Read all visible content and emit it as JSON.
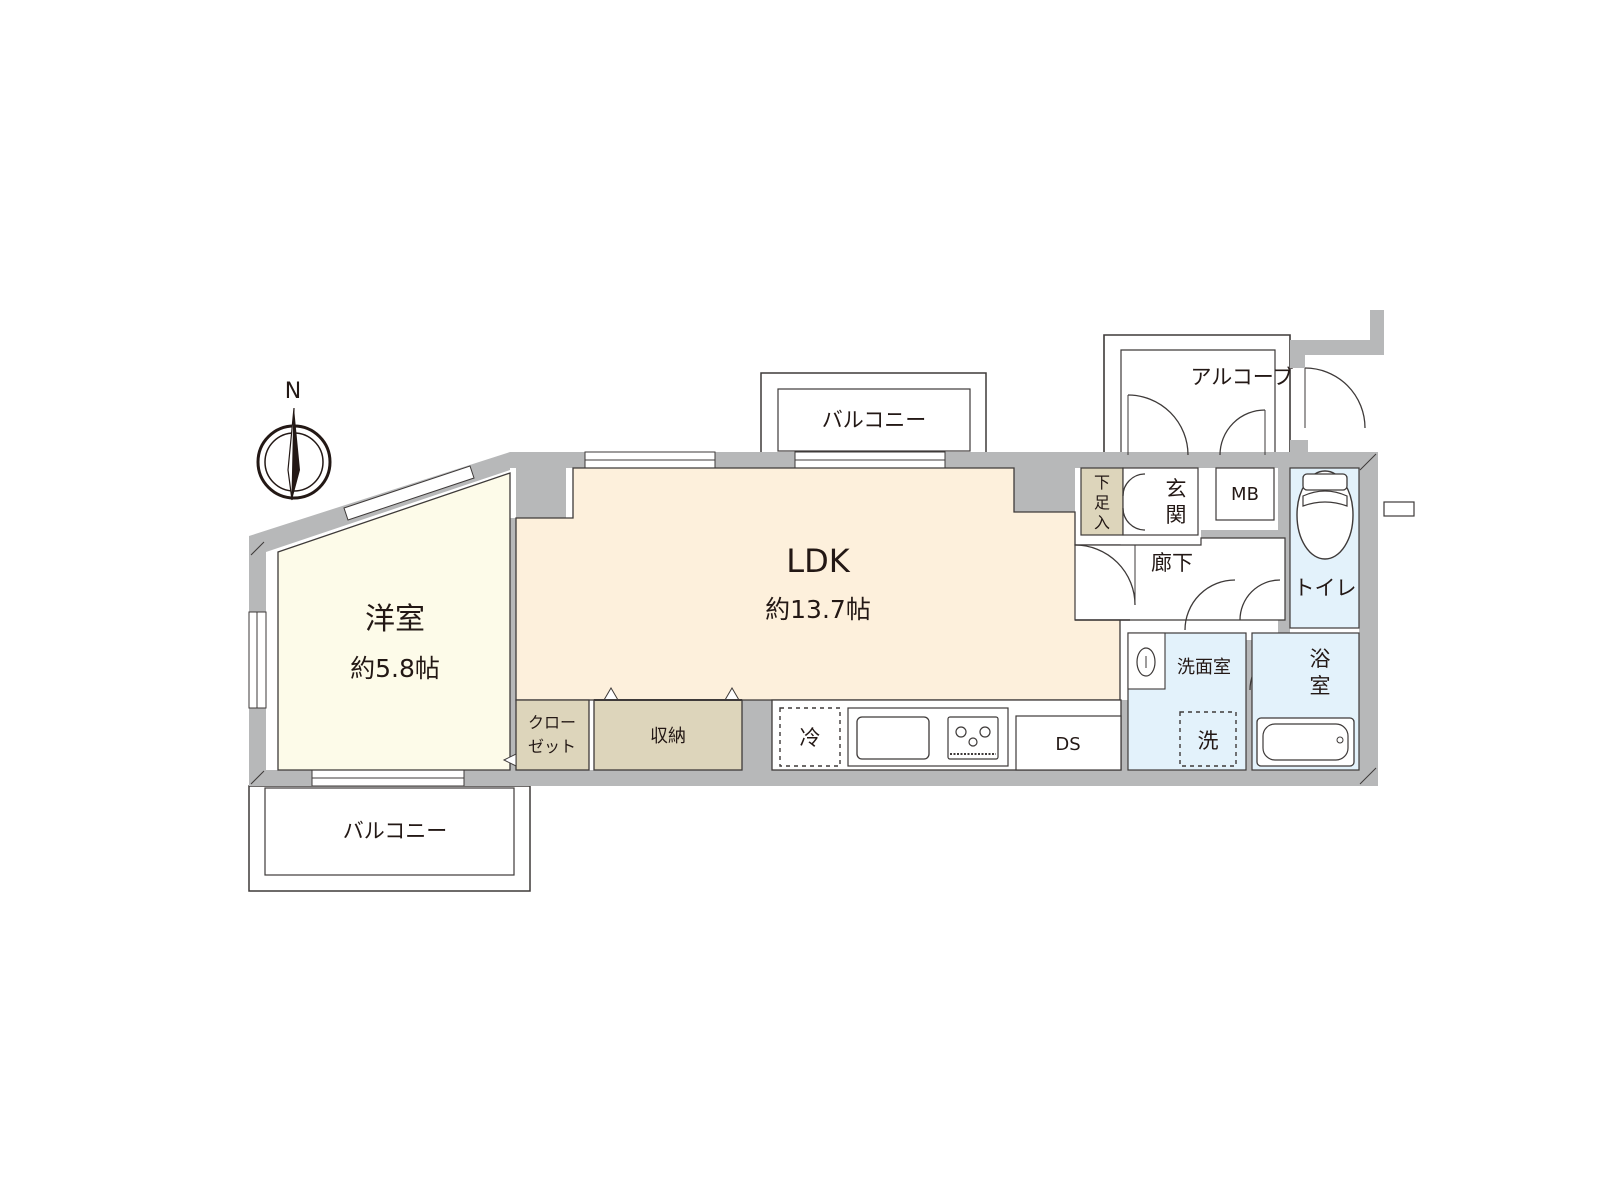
{
  "compass": {
    "north_label": "N"
  },
  "rooms": {
    "ldk": {
      "name": "LDK",
      "area": "約13.7帖",
      "color": "#fdf0dc"
    },
    "western": {
      "name": "洋室",
      "area": "約5.8帖",
      "color": "#fdfbe9"
    },
    "closet": {
      "line1": "クロー",
      "line2": "ゼット",
      "color": "#ddd5bb"
    },
    "storage": {
      "name": "収納",
      "color": "#ddd5bb"
    },
    "shoe": {
      "c1": "下",
      "c2": "足",
      "c3": "入",
      "color": "#ddd5bb"
    },
    "entrance": {
      "c1": "玄",
      "c2": "関"
    },
    "mb": {
      "name": "MB"
    },
    "hallway": {
      "name": "廊下"
    },
    "toilet": {
      "name": "トイレ",
      "color": "#e3f2fb"
    },
    "washroom": {
      "name": "洗面室",
      "color": "#e3f2fb"
    },
    "bath": {
      "c1": "浴",
      "c2": "室",
      "color": "#e3f2fb"
    },
    "alcove": {
      "name": "アルコーブ"
    },
    "balcony_top": {
      "name": "バルコニー"
    },
    "balcony_bottom": {
      "name": "バルコニー"
    }
  },
  "fixtures": {
    "fridge": "冷",
    "washer": "洗",
    "ds": "DS"
  },
  "colors": {
    "wall": "#b7b8b9",
    "line": "#3e3a39"
  }
}
